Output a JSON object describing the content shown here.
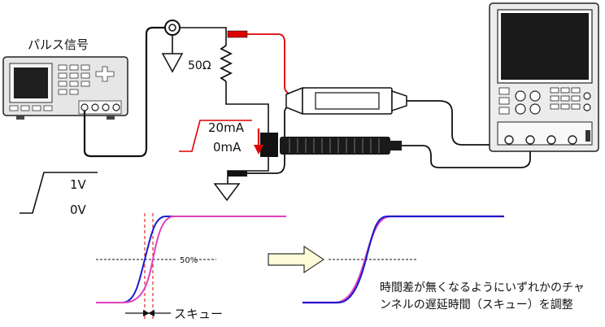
{
  "labels": {
    "pulse_signal": "パルス信号",
    "resistor": "50Ω",
    "current_high": "20mA",
    "current_low": "0mA",
    "voltage_high": "1V",
    "voltage_low": "0V",
    "threshold": "50%",
    "skew": "スキュー",
    "caption_line1": "時間差が無くなるようにいずれかのチャ",
    "caption_line2": "ンネルの遅延時間（スキュー）を調整"
  },
  "colors": {
    "voltage_trace": "#1a1acc",
    "current_trace": "#e040c0",
    "probe_lead": "#dd0000",
    "arrow_fill": "#fcfcd8",
    "scope_screen": "#1a1a1a"
  }
}
